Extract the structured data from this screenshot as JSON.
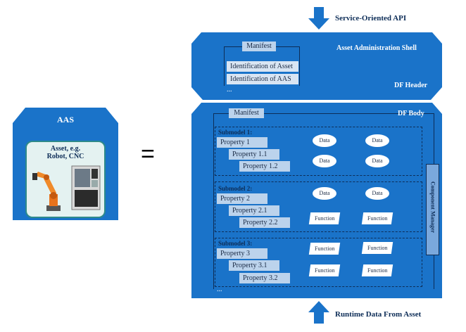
{
  "api_label": "Service-Oriented API",
  "runtime_label": "Runtime Data From Asset",
  "left": {
    "aas_label": "AAS",
    "asset_label_1": "Asset, e.g.",
    "asset_label_2": "Robot, CNC"
  },
  "equals": "=",
  "header": {
    "manifest": "Manifest",
    "shell_title": "Asset Administration  Shell",
    "id_asset": "Identification  of Asset",
    "id_aas": "Identification  of AAS",
    "ellipsis": "...",
    "df_header": "DF Header"
  },
  "body": {
    "manifest": "Manifest",
    "df_body": "DF Body",
    "component_manager": "Component  Manager",
    "ellipsis": "...",
    "submodels": [
      {
        "title": "Submodel  1:",
        "properties": [
          "Property  1",
          "Property  1.1",
          "Property  1.2"
        ],
        "items": [
          "Data",
          "Data",
          "Data",
          "Data"
        ]
      },
      {
        "title": "Submodel  2:",
        "properties": [
          "Property  2",
          "Property  2.1",
          "Property  2.2"
        ],
        "items": [
          "Data",
          "Data",
          "Function",
          "Function"
        ]
      },
      {
        "title": "Submodel  3:",
        "properties": [
          "Property  3",
          "Property  3.1",
          "Property  3.2"
        ],
        "items": [
          "Function",
          "Function",
          "Function",
          "Function"
        ]
      }
    ]
  },
  "colors": {
    "shell_blue": "#1a73c9",
    "dark_blue": "#0d2d57",
    "light_blue": "#bcd3ec",
    "teal_border": "#2e8a8a",
    "cm_bar": "#7aa8dc"
  }
}
